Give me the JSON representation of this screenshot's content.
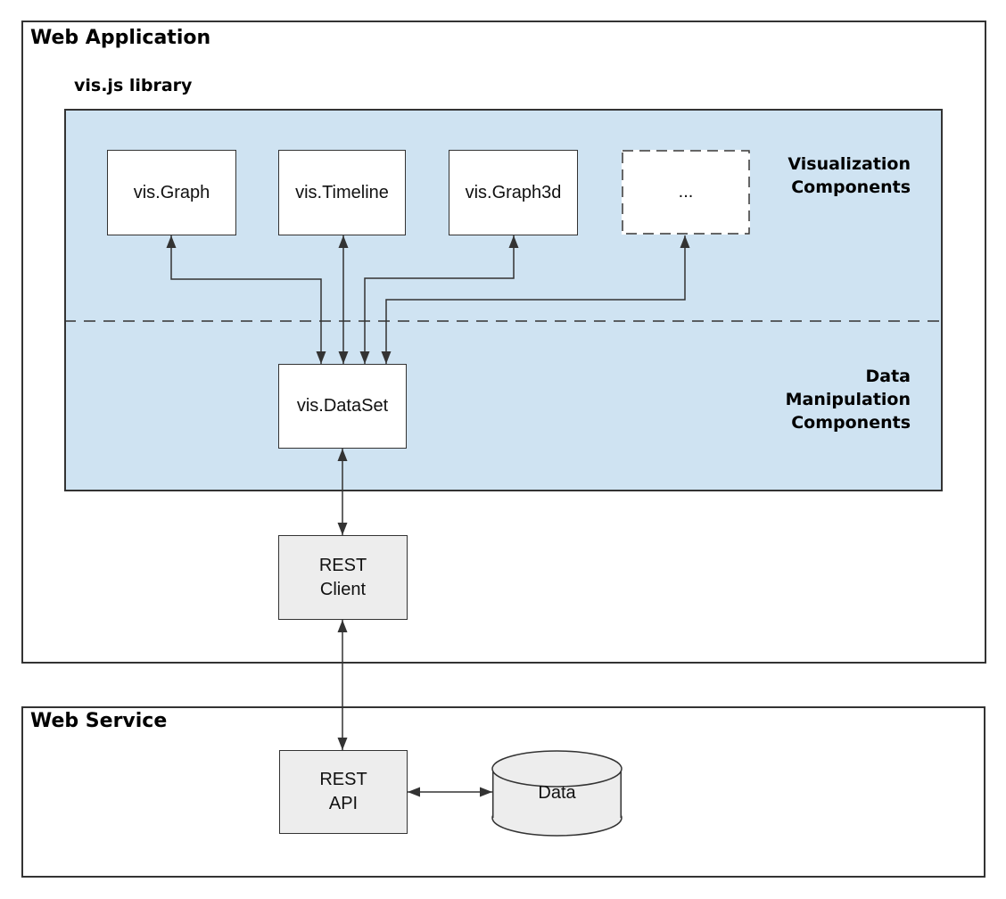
{
  "colors": {
    "panel_blue": "#cfe3f2",
    "line_dark": "#333333",
    "node_gray_fill": "#ededed",
    "node_white_fill": "#ffffff"
  },
  "web_application": {
    "title": "Web Application",
    "visjs_library": {
      "title": "vis.js library",
      "visualization_label": {
        "line1": "Visualization",
        "line2": "Components"
      },
      "data_manipulation_label": {
        "line1": "Data",
        "line2": "Manipulation",
        "line3": "Components"
      },
      "nodes": {
        "vis_graph": "vis.Graph",
        "vis_timeline": "vis.Timeline",
        "vis_graph3d": "vis.Graph3d",
        "more_components": "...",
        "vis_dataset": "vis.DataSet"
      }
    },
    "rest_client": {
      "line1": "REST",
      "line2": "Client"
    }
  },
  "web_service": {
    "title": "Web Service",
    "rest_api": {
      "line1": "REST",
      "line2": "API"
    },
    "data_store_label": "Data"
  }
}
